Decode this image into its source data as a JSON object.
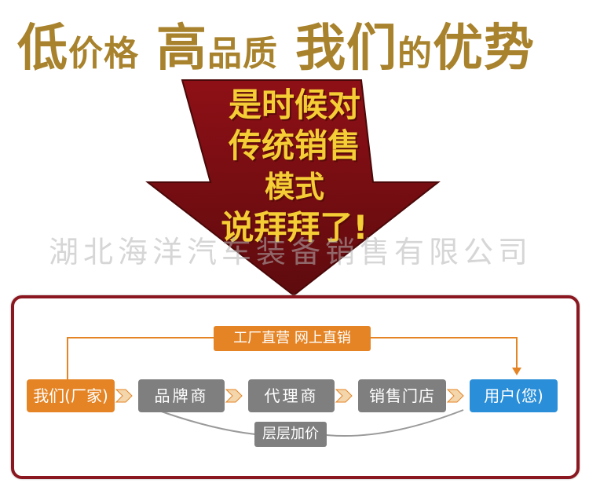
{
  "headline": {
    "part1_big": "低",
    "part1_small": "价格",
    "part2_big": "高",
    "part2_small": "品质",
    "part3_big": "我们",
    "part3_small": "的",
    "part3_big2": "优势"
  },
  "arrow": {
    "lines": [
      "是时候对",
      "传统销售",
      "模式",
      "说拜拜了!"
    ]
  },
  "watermark": "湖北海洋汽车装备销售有限公司",
  "flow": {
    "top_label": "工厂直营  网上直销",
    "bottom_label": "层层加价",
    "nodes": [
      "我们(厂家)",
      "品牌商",
      "代理商",
      "销售门店",
      "用户(您)"
    ]
  },
  "colors": {
    "headline": "#a8822c",
    "arrow": "#7a0d12",
    "arrow_text": "#f5cd35",
    "panel_border": "#8b1820",
    "orange": "#e58425",
    "gray": "#7f7f7f",
    "blue": "#2a8fd8"
  }
}
